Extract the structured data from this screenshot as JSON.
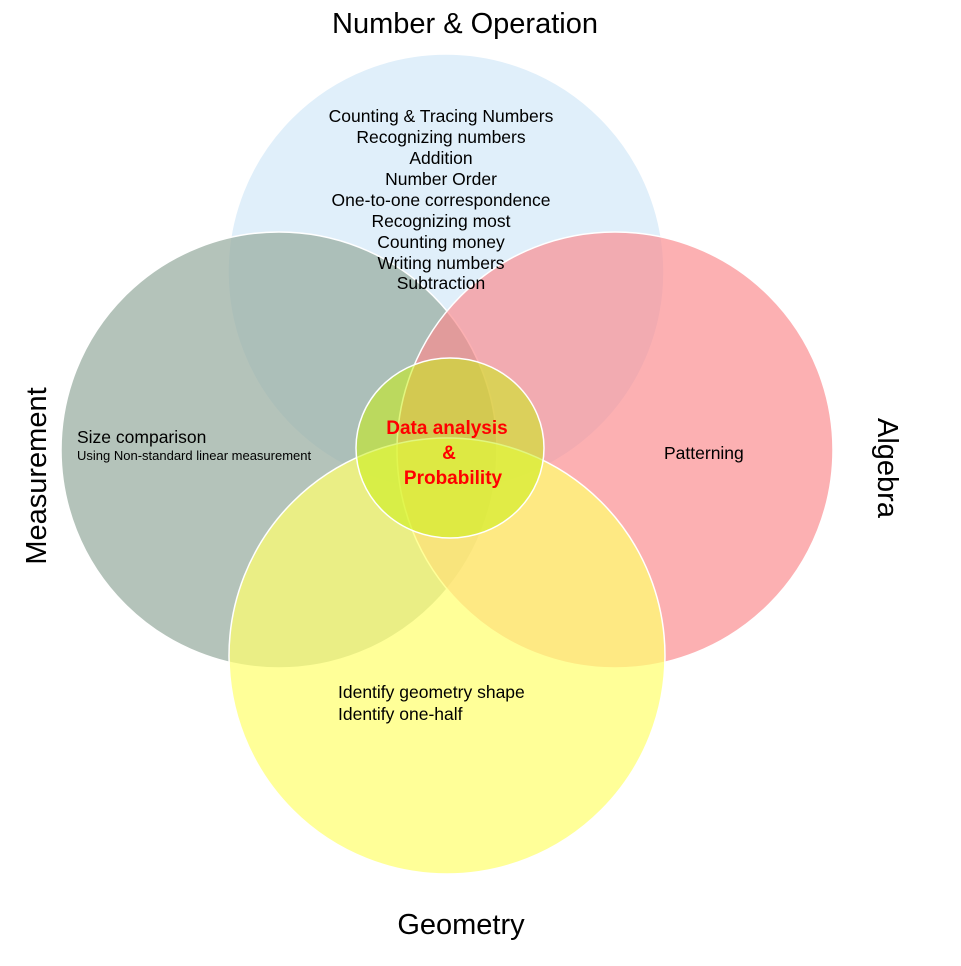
{
  "titles": {
    "number_operation": "Number & Operation",
    "measurement": "Measurement",
    "algebra": "Algebra",
    "geometry": "Geometry"
  },
  "colors": {
    "number_operation": "#d6eaf8",
    "measurement": "#97aca0",
    "algebra": "#fb8b8d",
    "geometry": "#ffff70",
    "center": "#c8ef14",
    "center_text": "#ff0000"
  },
  "number_operation_items": [
    "Counting & Tracing Numbers",
    "Recognizing numbers",
    "Addition",
    "Number Order",
    "One-to-one correspondence",
    "Recognizing most",
    "Counting money",
    "Writing numbers",
    "Subtraction"
  ],
  "measurement_items": {
    "main": "Size comparison",
    "sub": "Using Non-standard linear measurement"
  },
  "algebra_items": [
    "Patterning"
  ],
  "geometry_items": [
    "Identify geometry shape",
    "Identify one-half"
  ],
  "center": {
    "line1": "Data analysis",
    "line2": "&",
    "line3": "Probability"
  }
}
